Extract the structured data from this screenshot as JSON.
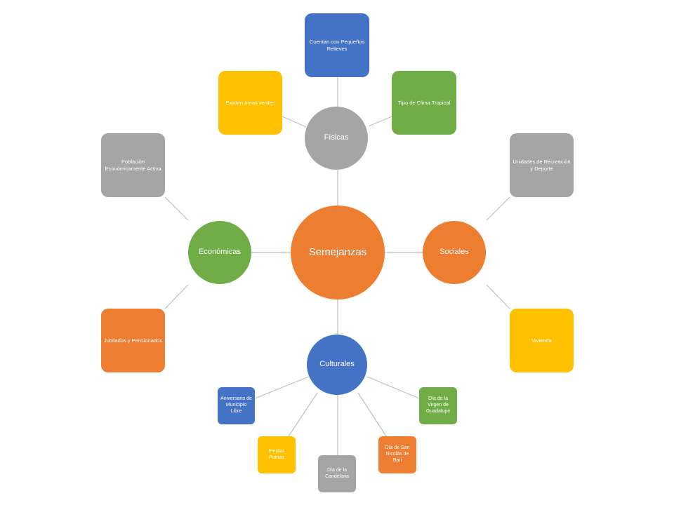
{
  "diagram": {
    "center": {
      "label": "Semejanzas",
      "color": "#ED7D31"
    },
    "categories": {
      "fisicas": {
        "label": "Físicas",
        "color": "#A5A5A5",
        "items": [
          {
            "label": "Cuentan con Pequeños Relieves",
            "color": "#4472C4"
          },
          {
            "label": "Existen áreas verdes",
            "color": "#FFC000"
          },
          {
            "label": "Tipo de Clima Tropical",
            "color": "#70AD47"
          }
        ]
      },
      "sociales": {
        "label": "Sociales",
        "color": "#ED7D31",
        "items": [
          {
            "label": "Unidades de Recreación y Deporte",
            "color": "#A5A5A5"
          },
          {
            "label": "Vivienda",
            "color": "#FFC000"
          }
        ]
      },
      "culturales": {
        "label": "Culturales",
        "color": "#4472C4",
        "items": [
          {
            "label": "Aniversario de Municipio Libre",
            "color": "#4472C4"
          },
          {
            "label": "Fiestas Patrias",
            "color": "#FFC000"
          },
          {
            "label": "Día de la Candelaria",
            "color": "#A5A5A5"
          },
          {
            "label": "Día de San Nicolás de Bari",
            "color": "#ED7D31"
          },
          {
            "label": "Día de la Virgen de Guadalupe",
            "color": "#70AD47"
          }
        ]
      },
      "economicas": {
        "label": "Económicas",
        "color": "#70AD47",
        "items": [
          {
            "label": "Población Económicamente Activa",
            "color": "#A5A5A5"
          },
          {
            "label": "Jubilados y Pensionados",
            "color": "#ED7D31"
          }
        ]
      }
    },
    "connector_color": "#BFBFBF"
  }
}
